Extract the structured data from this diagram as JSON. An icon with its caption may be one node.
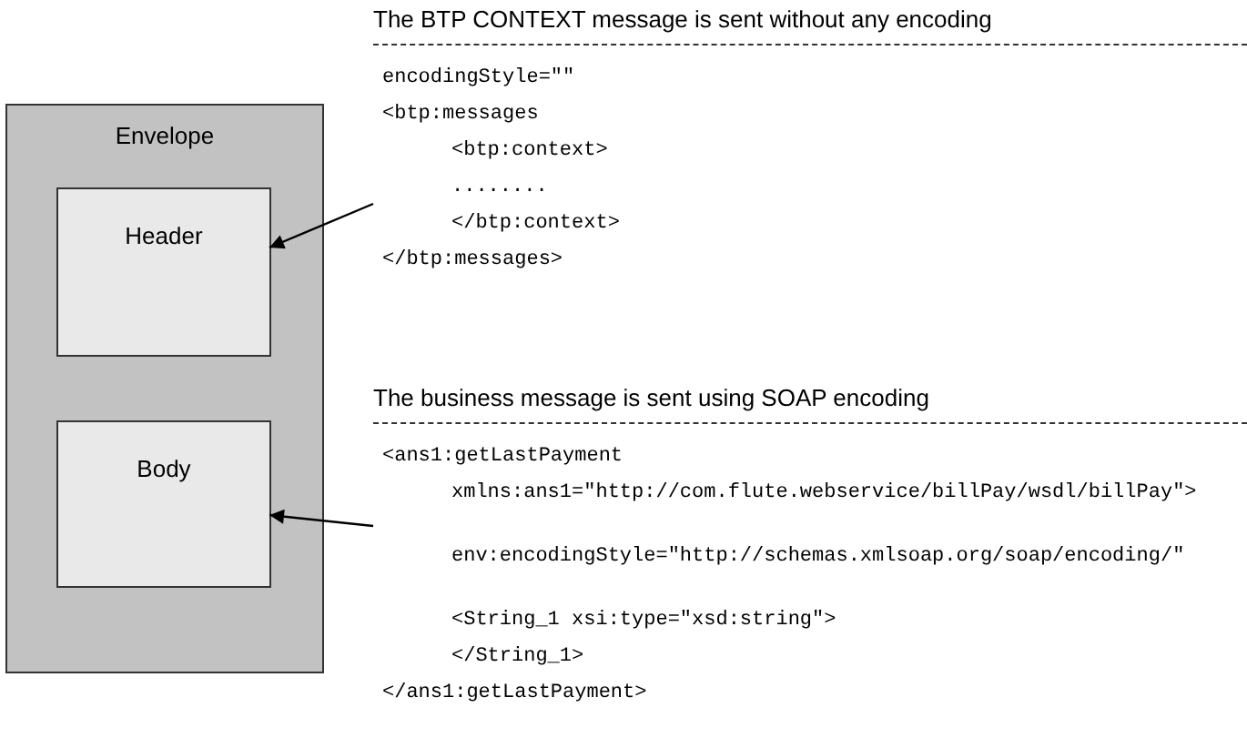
{
  "diagram": {
    "nodes": [
      {
        "text": [
          "Envelope"
        ]
      },
      {
        "text": [
          "Header"
        ],
        "in": 0
      },
      {
        "text": [
          "Body"
        ],
        "in": 0
      },
      {
        "text": [
          "The BTP CONTEXT message is sent without any encoding",
          "encodingStyle=\"\"",
          "<btp:messages",
          "<btp:context>",
          "........",
          "</btp:context>",
          "</btp:messages>"
        ]
      },
      {
        "text": [
          "The business message is sent using SOAP encoding",
          "<ans1:getLastPayment",
          "xmlns:ans1=\"http://com.flute.webservice/billPay/wsdl/billPay\">",
          "env:encodingStyle=\"http://schemas.xmlsoap.org/soap/encoding/\"",
          "<String_1 xsi:type=\"xsd:string\">",
          "</String_1>",
          "</ans1:getLastPayment>"
        ]
      }
    ],
    "edges": [
      {
        "from": 3,
        "to": 1,
        "arrow": "to"
      },
      {
        "from": 4,
        "to": 2,
        "arrow": "to"
      }
    ]
  }
}
